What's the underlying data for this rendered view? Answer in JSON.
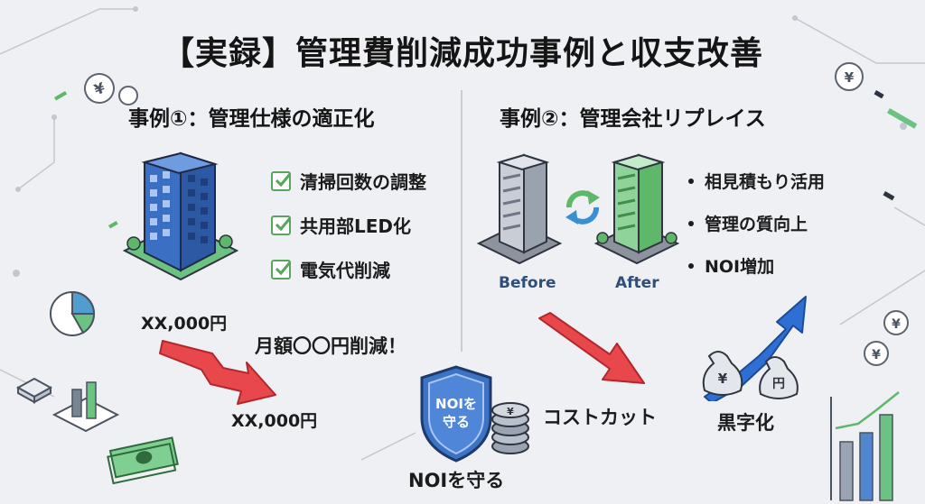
{
  "title": "【実録】管理費削減成功事例と収支改善",
  "case1": {
    "heading": "事例①：管理仕様の適正化",
    "items": [
      "清掃回数の調整",
      "共用部LED化",
      "電気代削減"
    ],
    "before_amount": "XX,000円",
    "after_amount": "XX,000円",
    "saving_note": "月額〇〇円削減！"
  },
  "case2": {
    "heading": "事例②：管理会社リプレイス",
    "before_label": "Before",
    "after_label": "After",
    "items": [
      "相見積もり活用",
      "管理の質向上",
      "NOI増加"
    ]
  },
  "bottom": {
    "shield_text_line1": "NOIを",
    "shield_text_line2": "守る",
    "shield_caption": "NOIを守る",
    "cost_cut": "コストカット",
    "profit": "黒字化",
    "bag_left": "¥",
    "bag_right": "円",
    "coin_symbol": "¥"
  },
  "colors": {
    "building_blue": "#3a6fc4",
    "building_green": "#5fb86a",
    "arrow_red": "#e8474c",
    "arrow_blue": "#2f6fd3",
    "check_green": "#5aa55e"
  }
}
